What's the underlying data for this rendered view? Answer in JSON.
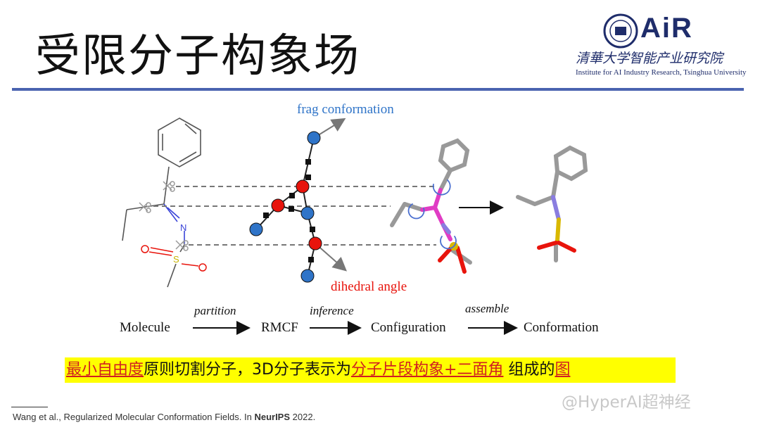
{
  "slide": {
    "title": "受限分子构象场"
  },
  "logo": {
    "air": "AiR",
    "org_cn": "清華大学智能产业研究院",
    "org_en": "Institute for AI Industry Research, Tsinghua University"
  },
  "diagram": {
    "frag_label": "frag conformation",
    "dihedral_label": "dihedral angle",
    "pipeline": {
      "step1": "Molecule",
      "arrow1": "partition",
      "step2": "RMCF",
      "arrow2": "inference",
      "step3": "Configuration",
      "arrow3": "assemble",
      "step4": "Conformation"
    },
    "atoms": {
      "N": "N",
      "S": "S"
    },
    "colors": {
      "frag": "#2f74c8",
      "dihedral": "#e8140c",
      "link": "#222222"
    }
  },
  "caption": {
    "part1": "最小自由度",
    "part2": "原则切割分子，3D分子表示为",
    "part3": "分子片段构象",
    "part4": "+",
    "part5": "二面角",
    "part6": " 组成的",
    "part7": "图"
  },
  "footnote": {
    "text": "Wang et al., Regularized Molecular Conformation Fields.  In ",
    "venue": "NeurIPS",
    "year": " 2022."
  },
  "watermark": "@HyperAI超神经"
}
